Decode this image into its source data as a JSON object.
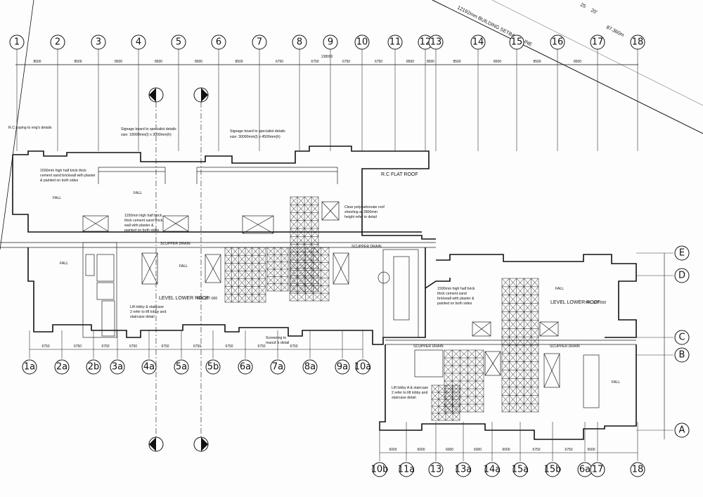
{
  "top_axes": [
    "1",
    "2",
    "3",
    "4",
    "5",
    "6",
    "7",
    "8",
    "9",
    "10",
    "11",
    "12",
    "13",
    "14",
    "15",
    "16",
    "17",
    "18"
  ],
  "bottom_left_axes": [
    "1a",
    "2a",
    "2b",
    "3a",
    "4a",
    "5a",
    "5b",
    "6a",
    "7a",
    "8a",
    "9a",
    "10a"
  ],
  "bottom_right_axes": [
    "10b",
    "11a",
    "13",
    "13a",
    "14a",
    "15a",
    "15b",
    "6a",
    "17",
    "18"
  ],
  "side_axes": [
    "E",
    "D",
    "C",
    "B",
    "A"
  ],
  "top_dims": [
    "8500",
    "8500",
    "8500",
    "8500",
    "8500",
    "8500",
    "6750",
    "6750",
    "6750",
    "6750",
    "8500",
    "8500",
    "8500",
    "8500",
    "8500",
    "8500"
  ],
  "overall_dim": "138000",
  "bottom_dims_left": [
    "6750",
    "6750",
    "6750",
    "6750",
    "6750",
    "6750",
    "6750",
    "6750",
    "6750"
  ],
  "bottom_dims_right": [
    "6000",
    "6000",
    "6000",
    "6000",
    "6000",
    "6750",
    "6750",
    "6500"
  ],
  "setback": {
    "label": "12192mm BUILDING SETBACK LINE",
    "bearing_a": "25",
    "bearing_b": "20'",
    "dist": "87.360m"
  },
  "notes": {
    "rc_coping": "R.C coping to eng's details",
    "signage1": [
      "Signage board to specialist details",
      "size: 18000mm(l) x 3000mm(h)"
    ],
    "signage2": [
      "Signage board to specialist details",
      "size: 30000mm(l) x 4500mm(h)"
    ],
    "parapet1": [
      "1500mm high half brick thick",
      "cement sand brickwall with plaster",
      "& painted on both sides"
    ],
    "parapet2": [
      "1150mm high half brick",
      "thick cement sand brick",
      "wall with plaster &",
      "painted on both sides"
    ],
    "rc_flat_roof": "R.C FLAT ROOF",
    "polycarb": [
      "Clear polycarbonate roof",
      "sheeting at 2800mm",
      "height refer to detail"
    ],
    "parapet3": [
      "1500mm high half brick",
      "thick cement sand",
      "brickwall with plaster &",
      "painted on both sides"
    ],
    "lift_lobby_a": [
      "Lift lobby & staircase",
      "2 refer to lift lobby and",
      "staircase detail"
    ],
    "lift_lobby_b": [
      "Lift lobby A & staircase",
      "2 refer to lift lobby and",
      "staircase detail"
    ],
    "screening": [
      "Screening to",
      "manuf.'s detail"
    ]
  },
  "labels": {
    "level_left": "LEVEL LOWER ROOF",
    "level_right": "LEVEL LOWER ROOF",
    "fl_left": "FFL 107.000",
    "fl_right": "FFL 107.000",
    "scupper": "SCUPPER DRAIN",
    "fall": "FALL"
  }
}
